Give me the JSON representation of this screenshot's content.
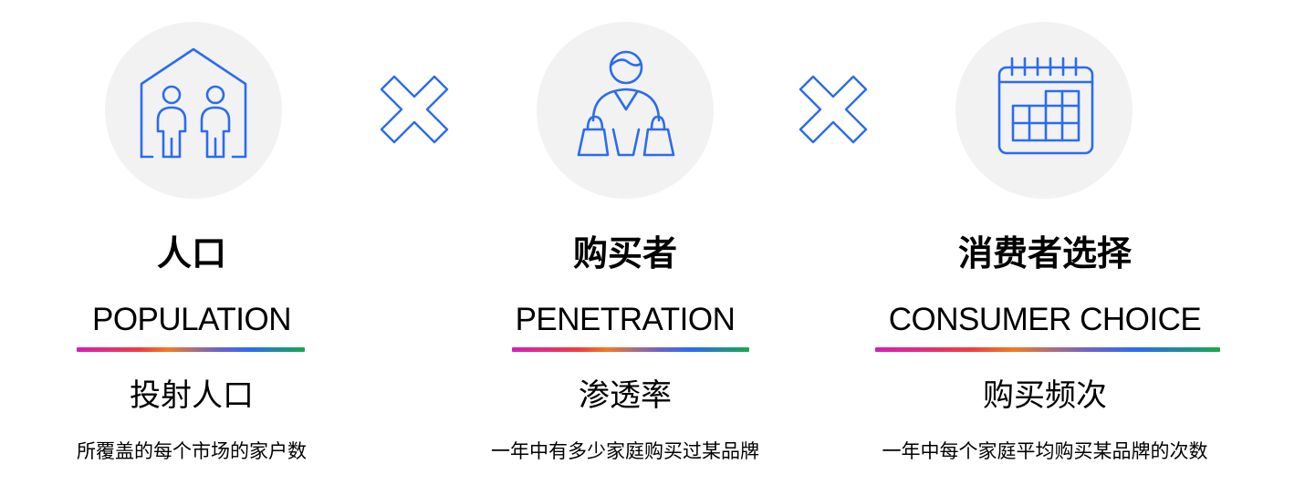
{
  "colors": {
    "icon_stroke": "#2a6cf0",
    "circle_bg": "#f2f2f2",
    "gradient": [
      "#d41fb5",
      "#ef3e3e",
      "#f07a24",
      "#6d63c9",
      "#2a6cf0",
      "#1aa84a"
    ]
  },
  "columns": [
    {
      "icon": "house-family-icon",
      "title_cn": "人口",
      "title_en": "POPULATION",
      "metric_cn": "投射人口",
      "desc_cn": "所覆盖的每个市场的家户数"
    },
    {
      "icon": "shopper-bags-icon",
      "title_cn": "购买者",
      "title_en": "PENETRATION",
      "metric_cn": "渗透率",
      "desc_cn": "一年中有多少家庭购买过某品牌"
    },
    {
      "icon": "calendar-icon",
      "title_cn": "消费者选择",
      "title_en": "CONSUMER CHOICE",
      "metric_cn": "购买频次",
      "desc_cn": "一年中每个家庭平均购买某品牌的次数"
    }
  ],
  "operators": [
    {
      "icon": "multiply-icon"
    },
    {
      "icon": "multiply-icon"
    }
  ]
}
